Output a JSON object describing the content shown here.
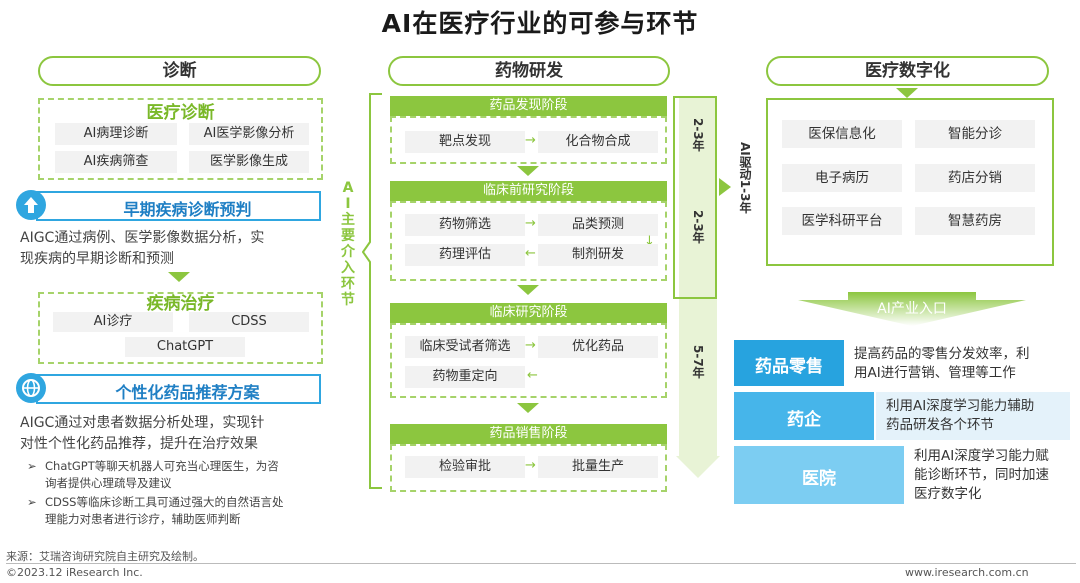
{
  "title": "AI在医疗行业的可参与环节",
  "left": {
    "header": "诊断",
    "diagnosis": {
      "title": "医疗诊断",
      "items": [
        "AI病理诊断",
        "AI医学影像分析",
        "AI疾病筛查",
        "医学影像生成"
      ]
    },
    "early": {
      "label": "早期疾病诊断预判",
      "icon": "up-arrow-icon",
      "text_line1": "AIGC通过病例、医学影像数据分析，实",
      "text_line2": "现疾病的早期诊断和预测"
    },
    "treatment": {
      "title": "疾病治疗",
      "items": [
        "AI诊疗",
        "CDSS",
        "ChatGPT"
      ]
    },
    "personal": {
      "label": "个性化药品推荐方案",
      "icon": "globe-icon",
      "text_line1": "AIGC通过对患者数据分析处理，实现针",
      "text_line2": "对性个性化药品推荐，提升在治疗效果",
      "bullets": [
        {
          "line1": "ChatGPT等聊天机器人可充当心理医生，为咨",
          "line2": "询者提供心理疏导及建议"
        },
        {
          "line1": "CDSS等临床诊断工具可通过强大的自然语言处",
          "line2": "理能力对患者进行诊疗，辅助医师判断"
        }
      ]
    }
  },
  "middle": {
    "header": "药物研发",
    "side_label": "AI主要介入环节",
    "stages": [
      {
        "title": "药品发现阶段",
        "items": [
          "靶点发现",
          "化合物合成"
        ]
      },
      {
        "title": "临床前研究阶段",
        "items": [
          "药物筛选",
          "品类预测",
          "药理评估",
          "制剂研发"
        ]
      },
      {
        "title": "临床研究阶段",
        "items": [
          "临床受试者筛选",
          "优化药品",
          "药物重定向"
        ]
      },
      {
        "title": "药品销售阶段",
        "items": [
          "检验审批",
          "批量生产"
        ]
      }
    ],
    "years": [
      "2-3年",
      "2-3年",
      "5-7年"
    ],
    "ai_drive": "AI驱动1-3年"
  },
  "right": {
    "header": "医疗数字化",
    "items": [
      "医保信息化",
      "智能分诊",
      "电子病历",
      "药店分销",
      "医学科研平台",
      "智慧药房"
    ],
    "entry": "AI产业入口",
    "rows": [
      {
        "name": "药品零售",
        "desc_line1": "提高药品的零售分发效率，利",
        "desc_line2": "用AI进行营销、管理等工作"
      },
      {
        "name": "药企",
        "desc_line1": "利用AI深度学习能力辅助",
        "desc_line2": "药品研发各个环节"
      },
      {
        "name": "医院",
        "desc_line1": "利用AI深度学习能力赋",
        "desc_line2": "能诊断环节，同时加速",
        "desc_line3": "医疗数字化"
      }
    ]
  },
  "footer": {
    "source": "来源：艾瑞咨询研究院自主研究及绘制。",
    "copyright": "©2023.12 iResearch Inc.",
    "website": "www.iresearch.com.cn"
  },
  "colors": {
    "green": "#8cc63f",
    "blue": "#2fa6e0",
    "dark_blue": "#1f7fc4"
  }
}
